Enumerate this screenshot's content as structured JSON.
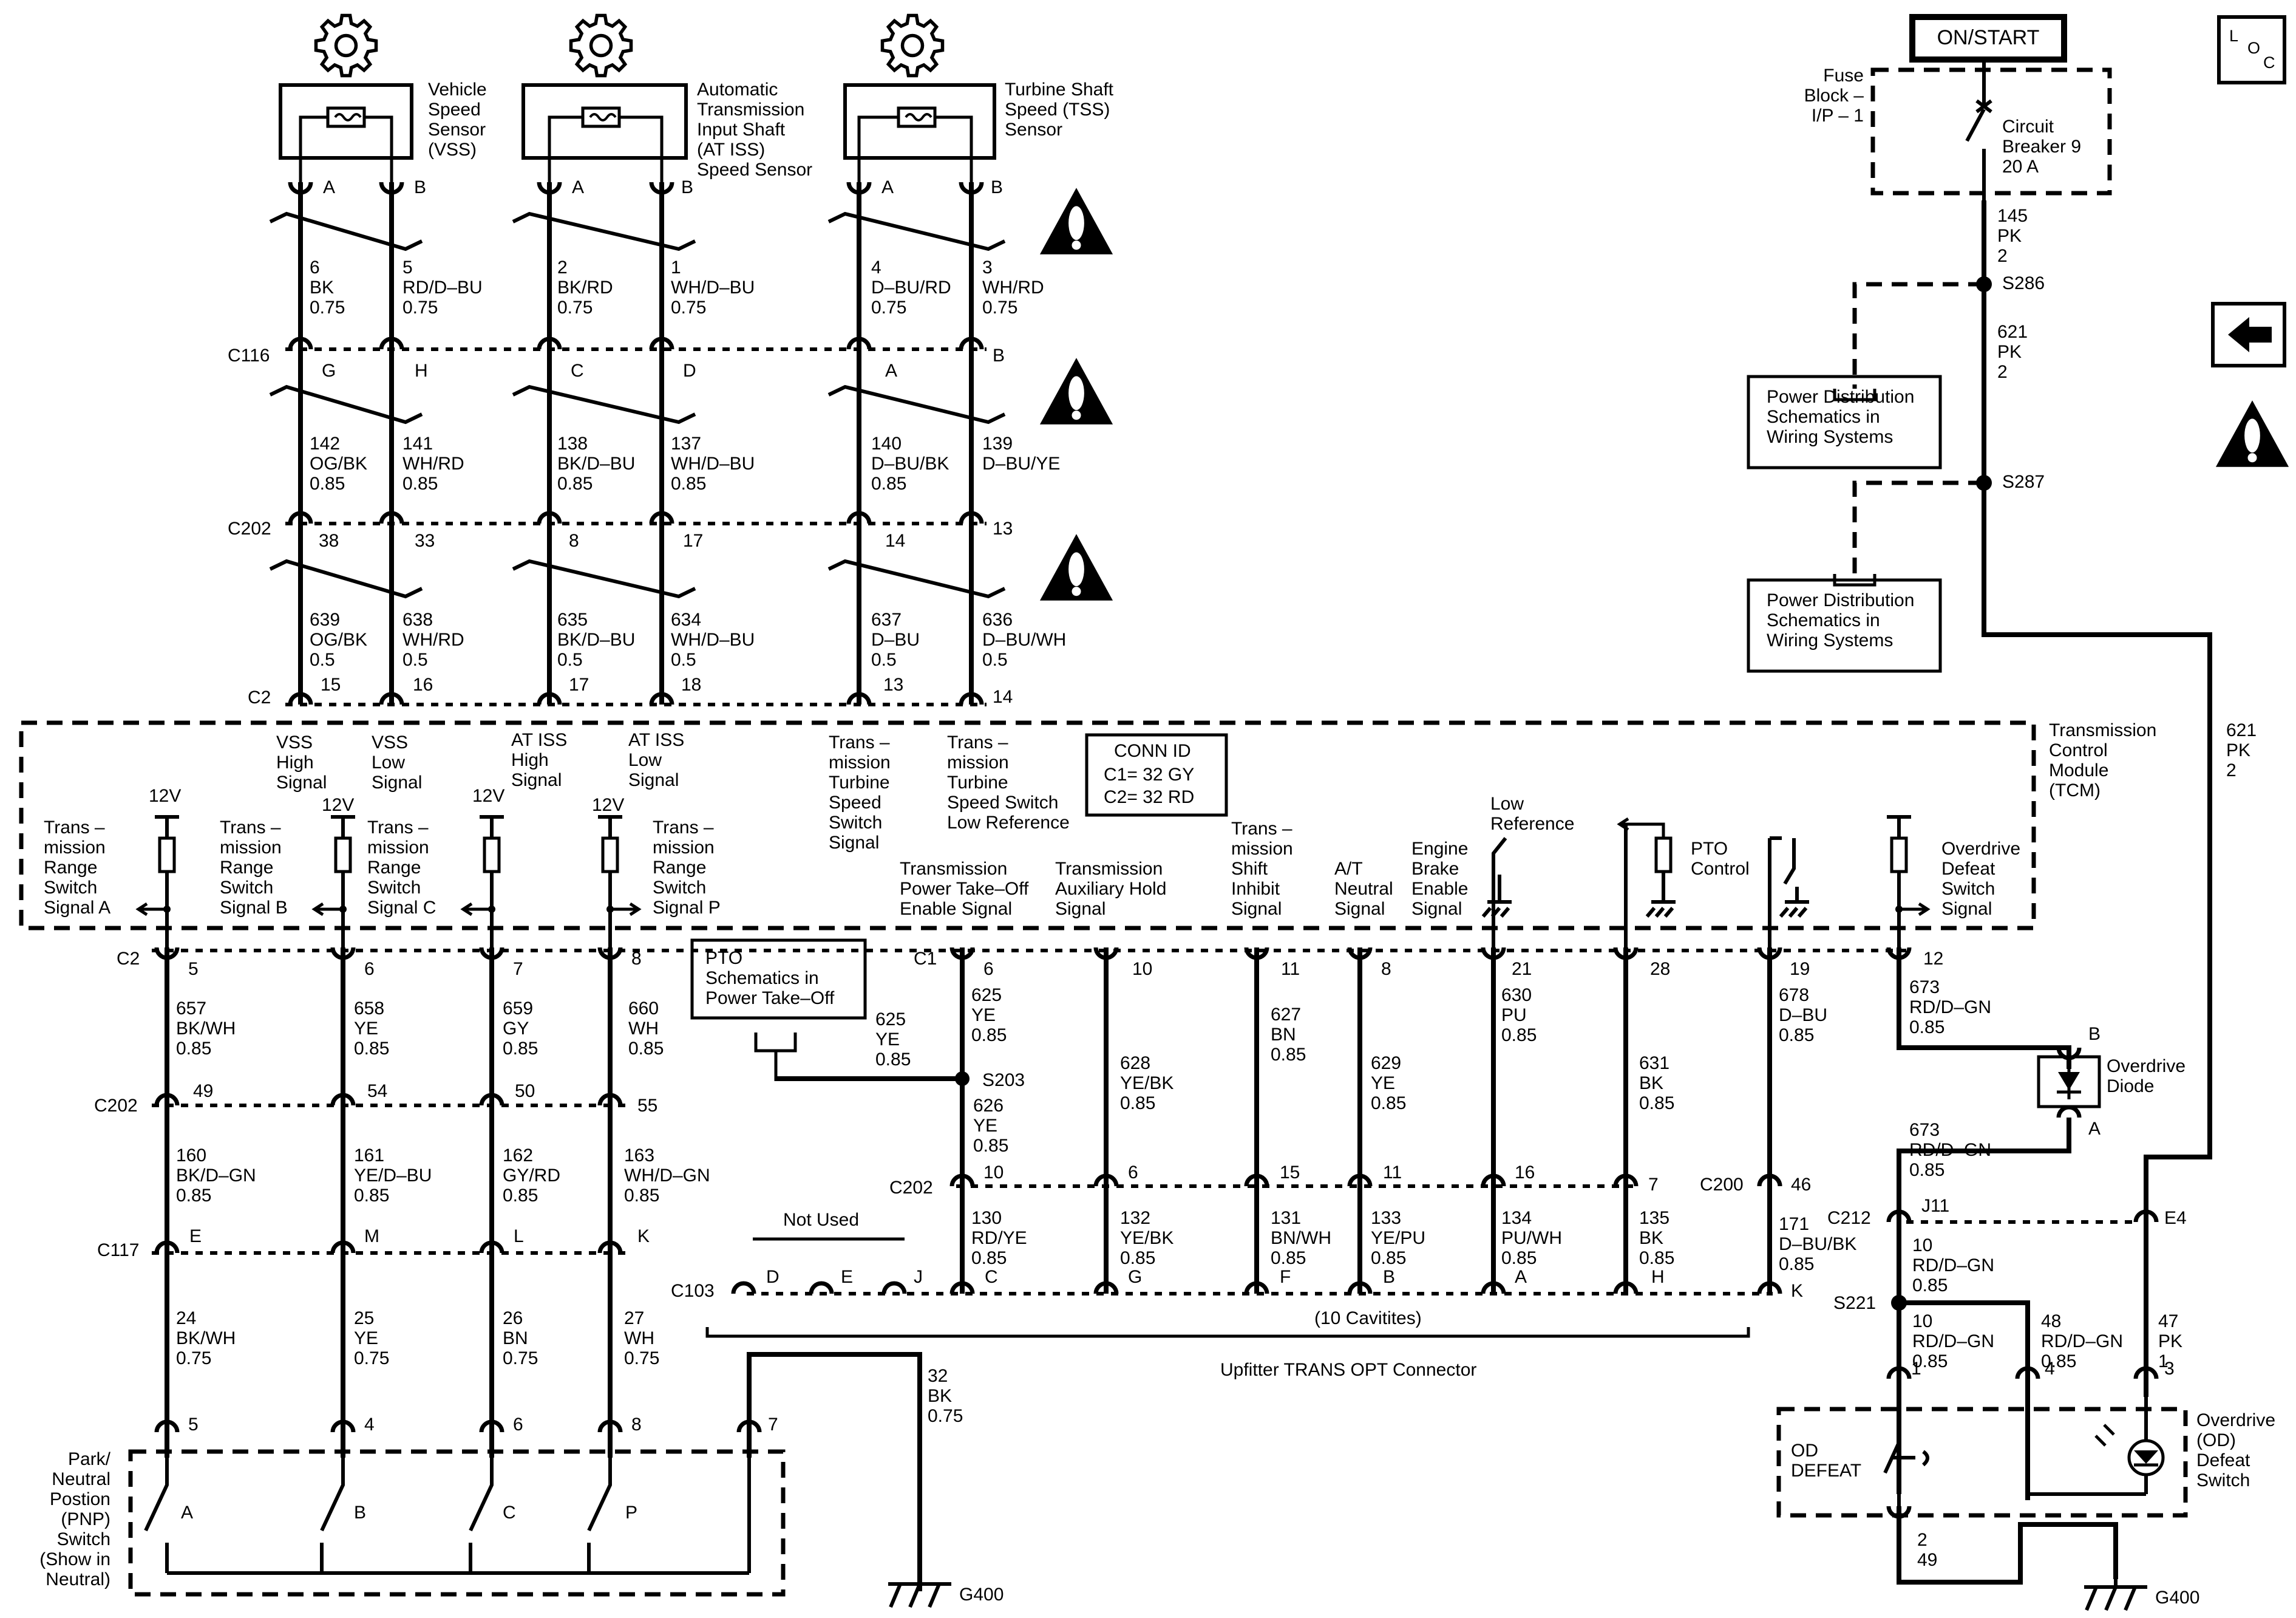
{
  "sensors": [
    {
      "name": [
        "Vehicle",
        "Speed",
        "Sensor",
        "(VSS)"
      ],
      "pins": [
        "A",
        "B"
      ]
    },
    {
      "name": [
        "Automatic",
        "Transmission",
        "Input Shaft",
        "(AT ISS)",
        "Speed Sensor"
      ],
      "pins": [
        "A",
        "B"
      ]
    },
    {
      "name": [
        "Turbine Shaft",
        "Speed (TSS)",
        "Sensor"
      ],
      "pins": [
        "A",
        "B"
      ]
    }
  ],
  "sensor_wires": [
    [
      "6",
      "BK",
      "0.75"
    ],
    [
      "5",
      "RD/D–BU",
      "0.75"
    ],
    [
      "2",
      "BK/RD",
      "0.75"
    ],
    [
      "1",
      "WH/D–BU",
      "0.75"
    ],
    [
      "4",
      "D–BU/RD",
      "0.75"
    ],
    [
      "3",
      "WH/RD",
      "0.75"
    ]
  ],
  "c116": {
    "label": "C116",
    "pins": [
      "G",
      "H",
      "C",
      "D",
      "A",
      "B"
    ]
  },
  "mid_wires": [
    [
      "142",
      "OG/BK",
      "0.85"
    ],
    [
      "141",
      "WH/RD",
      "0.85"
    ],
    [
      "138",
      "BK/D–BU",
      "0.85"
    ],
    [
      "137",
      "WH/D–BU",
      "0.85"
    ],
    [
      "140",
      "D–BU/BK",
      "0.85"
    ],
    [
      "139",
      "D–BU/YE"
    ]
  ],
  "c202_top": {
    "label": "C202",
    "pins": [
      "38",
      "33",
      "8",
      "17",
      "14",
      "13"
    ]
  },
  "low_wires": [
    [
      "639",
      "OG/BK",
      "0.5"
    ],
    [
      "638",
      "WH/RD",
      "0.5"
    ],
    [
      "635",
      "BK/D–BU",
      "0.5"
    ],
    [
      "634",
      "WH/D–BU",
      "0.5"
    ],
    [
      "637",
      "D–BU",
      "0.5"
    ],
    [
      "636",
      "D–BU/WH",
      "0.5"
    ]
  ],
  "c2_top": {
    "label": "C2",
    "pins": [
      "15",
      "16",
      "17",
      "18",
      "13",
      "14"
    ]
  },
  "tcm_signals_top": [
    [
      "VSS",
      "High",
      "Signal"
    ],
    [
      "VSS",
      "Low",
      "Signal"
    ],
    [
      "AT ISS",
      "High",
      "Signal"
    ],
    [
      "AT ISS",
      "Low",
      "Signal"
    ],
    [
      "Trans –",
      "mission",
      "Turbine",
      "Speed",
      "Switch",
      "Signal"
    ],
    [
      "Trans –",
      "mission",
      "Turbine",
      "Speed Switch",
      "Low Reference"
    ]
  ],
  "tcm_label": [
    "Transmission",
    "Control",
    "Module",
    "(TCM)"
  ],
  "conn_id": [
    "CONN ID",
    "C1= 32 GY",
    "C2= 32 RD"
  ],
  "v12": "12V",
  "range_signals": [
    [
      "Trans –",
      "mission",
      "Range",
      "Switch",
      "Signal A"
    ],
    [
      "Trans –",
      "mission",
      "Range",
      "Switch",
      "Signal B"
    ],
    [
      "Trans –",
      "mission",
      "Range",
      "Switch",
      "Signal C"
    ],
    [
      "Trans –",
      "mission",
      "Range",
      "Switch",
      "Signal P"
    ]
  ],
  "c1_signals": [
    [
      "Transmission",
      "Power Take–Off",
      "Enable Signal"
    ],
    [
      "Transmission",
      "Auxiliary Hold",
      "Signal"
    ],
    [
      "Trans –",
      "mission",
      "Shift",
      "Inhibit",
      "Signal"
    ],
    [
      "A/T",
      "Neutral",
      "Signal"
    ],
    [
      "Engine",
      "Brake",
      "Enable",
      "Signal"
    ]
  ],
  "low_ref": [
    "Low",
    "Reference"
  ],
  "pto_control": [
    "PTO",
    "Control"
  ],
  "od_defeat_signal": [
    "Overdrive",
    "Defeat",
    "Switch",
    "Signal"
  ],
  "c2_bottom": {
    "label": "C2",
    "pins": [
      "5",
      "6",
      "7",
      "8"
    ]
  },
  "c1_bottom": {
    "label": "C1",
    "pins": [
      "6",
      "10",
      "11",
      "8",
      "21",
      "28",
      "19",
      "12"
    ]
  },
  "range_wires1": [
    [
      "657",
      "BK/WH",
      "0.85"
    ],
    [
      "658",
      "YE",
      "0.85"
    ],
    [
      "659",
      "GY",
      "0.85"
    ],
    [
      "660",
      "WH",
      "0.85"
    ]
  ],
  "c202_mid": {
    "label": "C202",
    "pins": [
      "49",
      "54",
      "50",
      "55"
    ]
  },
  "range_wires2": [
    [
      "160",
      "BK/D–GN",
      "0.85"
    ],
    [
      "161",
      "YE/D–BU",
      "0.85"
    ],
    [
      "162",
      "GY/RD",
      "0.85"
    ],
    [
      "163",
      "WH/D–GN",
      "0.85"
    ]
  ],
  "c117": {
    "label": "C117",
    "pins": [
      "E",
      "M",
      "L",
      "K"
    ]
  },
  "range_wires3": [
    [
      "24",
      "BK/WH",
      "0.75"
    ],
    [
      "25",
      "YE",
      "0.75"
    ],
    [
      "26",
      "BN",
      "0.75"
    ],
    [
      "27",
      "WH",
      "0.75"
    ]
  ],
  "pnp_pins": [
    "5",
    "4",
    "6",
    "8",
    "7"
  ],
  "pnp_label": [
    "Park/",
    "Neutral",
    "Postion",
    "(PNP)",
    "Switch",
    "(Show in",
    "Neutral)"
  ],
  "pnp_contacts": [
    "A",
    "B",
    "C",
    "P"
  ],
  "pto_box": [
    "PTO",
    "Schematics in",
    "Power Take–Off"
  ],
  "pto_wire": [
    "625",
    "YE",
    "0.85"
  ],
  "s203": "S203",
  "c1_wires": [
    [
      "625",
      "YE",
      "0.85"
    ],
    [
      "628",
      "YE/BK",
      "0.85"
    ],
    [
      "627",
      "BN",
      "0.85"
    ],
    [
      "629",
      "YE",
      "0.85"
    ],
    [
      "630",
      "PU",
      "0.85"
    ],
    [
      "631",
      "BK",
      "0.85"
    ],
    [
      "678",
      "D–BU",
      "0.85"
    ],
    [
      "673",
      "RD/D–GN",
      "0.85"
    ]
  ],
  "w626": [
    "626",
    "YE",
    "0.85"
  ],
  "c202_low": {
    "label": "C202",
    "pins": [
      "10",
      "6",
      "15",
      "11",
      "16",
      "7"
    ]
  },
  "c200": {
    "label": "C200",
    "pin": "46"
  },
  "c103_wires": [
    [
      "130",
      "RD/YE",
      "0.85"
    ],
    [
      "132",
      "YE/BK",
      "0.85"
    ],
    [
      "131",
      "BN/WH",
      "0.85"
    ],
    [
      "133",
      "YE/PU",
      "0.85"
    ],
    [
      "134",
      "PU/WH",
      "0.85"
    ],
    [
      "135",
      "BK",
      "0.85"
    ],
    [
      "171",
      "D–BU/BK",
      "0.85"
    ]
  ],
  "not_used": "Not Used",
  "c103": {
    "label": "C103",
    "pins": [
      "D",
      "E",
      "J",
      "C",
      "G",
      "F",
      "B",
      "A",
      "H",
      "K"
    ]
  },
  "cavities": "(10 Cavitites)",
  "upfitter": "Upfitter TRANS OPT Connector",
  "ground_wire": [
    "32",
    "BK",
    "0.75"
  ],
  "g400": "G400",
  "on_start": "ON/START",
  "fuse_block": [
    "Fuse",
    "Block –",
    "I/P – 1"
  ],
  "circuit_breaker": [
    "Circuit",
    "Breaker 9",
    "20 A"
  ],
  "w145": [
    "145",
    "PK",
    "2"
  ],
  "s286": "S286",
  "w621a": [
    "621",
    "PK",
    "2"
  ],
  "power_dist": [
    "Power Distribution",
    "Schematics in",
    "Wiring Systems"
  ],
  "s287": "S287",
  "w621b": [
    "621",
    "PK",
    "2"
  ],
  "od_diode": {
    "pins": [
      "B",
      "A"
    ],
    "label": [
      "Overdrive",
      "Diode"
    ]
  },
  "w673b": [
    "673",
    "RD/D–GN",
    "0.85"
  ],
  "c212": {
    "label": "C212",
    "pins": [
      "J11",
      "E4"
    ]
  },
  "w10a": [
    "10",
    "RD/D–GN",
    "0.85"
  ],
  "s221": "S221",
  "w10b": [
    "10",
    "RD/D–GN",
    "0.85"
  ],
  "w48": [
    "48",
    "RD/D–GN",
    "0.85"
  ],
  "w47": [
    "47",
    "PK",
    "1"
  ],
  "od_switch_pins": [
    "1",
    "4",
    "3"
  ],
  "od_defeat": [
    "OD",
    "DEFEAT"
  ],
  "od_switch_label": [
    "Overdrive",
    "(OD)",
    "Defeat",
    "Switch"
  ],
  "od_bottom": [
    "2",
    "49"
  ],
  "loc": [
    "L",
    "O",
    "C"
  ]
}
